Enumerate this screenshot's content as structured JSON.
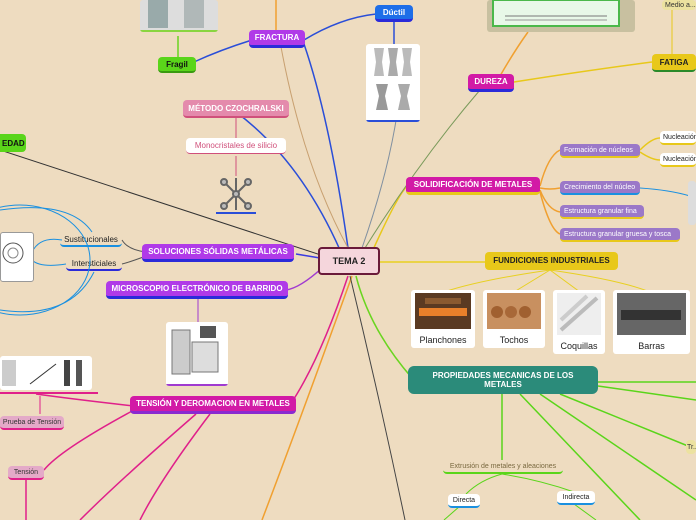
{
  "central": {
    "label": "TEMA 2"
  },
  "nodes": {
    "fractura": "FRACTURA",
    "ductil": "Dúctil",
    "fragil": "Fragil",
    "dureza": "DUREZA",
    "fatiga": "FATIGA",
    "medio": "Medio a...",
    "metodo": "MÉTODO CZOCHRALSKI",
    "monocristales": "Monocristales de silicio",
    "soluciones": "SOLUCIONES SÓLIDAS METÁLICAS",
    "sustitucionales": "Sustitucionales",
    "intersticiales": "Intersticiales",
    "microscopio": "MICROSCOPIO ELECTRÓNICO DE BARRIDO",
    "tension_deformacion": "TENSIÓN Y DEROMACION EN METALES",
    "prueba_tension": "Prueba de Tensión",
    "tension": "Tensión",
    "edad": "EDAD",
    "solidificacion": "SOLIDIFICACIÓN DE METALES",
    "formacion_nucleos": "Formación de núcleos",
    "crecimiento_nucleo": "Crecimiento del núcleo",
    "estructura_fina": "Estructura granular fina",
    "estructura_gruesa": "Estructura granular gruesa y tosca",
    "nucleacion1": "Nucleación...",
    "nucleacion2": "Nucleación...",
    "fundiciones": "FUNDICIONES INDUSTRIALES",
    "propiedades": "PROPIEDADES MECANICAS DE LOS METALES",
    "extrusion": "Extrusión de metales y aleaciones",
    "directa": "Directa",
    "indirecta": "Indirecta",
    "tr": "Tr..."
  },
  "products": [
    {
      "label": "Planchones"
    },
    {
      "label": "Tochos"
    },
    {
      "label": "Coquillas"
    },
    {
      "label": "Barras"
    }
  ],
  "colors": {
    "background": "#eedcc0",
    "purple": "#b03ae8",
    "magenta": "#d21aa6",
    "yellow": "#e8c81a",
    "green": "#5ad51a",
    "teal": "#2b8b7a",
    "lavender": "#9b78c8",
    "pink": "#e48aac"
  }
}
